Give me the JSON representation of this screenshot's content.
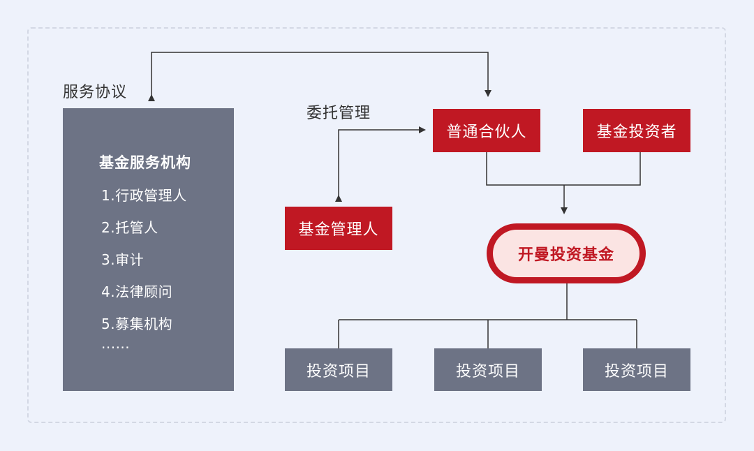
{
  "diagram": {
    "label_service_agreement": "服务协议",
    "label_entrusted_management": "委托管理",
    "service_institutions": {
      "title": "基金服务机构",
      "items": [
        "1.行政管理人",
        "2.托管人",
        "3.审计",
        "4.法律顾问",
        "5.募集机构",
        "......"
      ]
    },
    "general_partner": "普通合伙人",
    "fund_investors": "基金投资者",
    "fund_manager": "基金管理人",
    "fund": "开曼投资基金",
    "investment_projects": [
      "投资项目",
      "投资项目",
      "投资项目"
    ]
  },
  "colors": {
    "background": "#eef2fb",
    "red": "#c01823",
    "gray": "#6d7385",
    "pill_fill": "#fbe4e3",
    "line": "#333333",
    "dashed_border": "#d3d8e4"
  }
}
